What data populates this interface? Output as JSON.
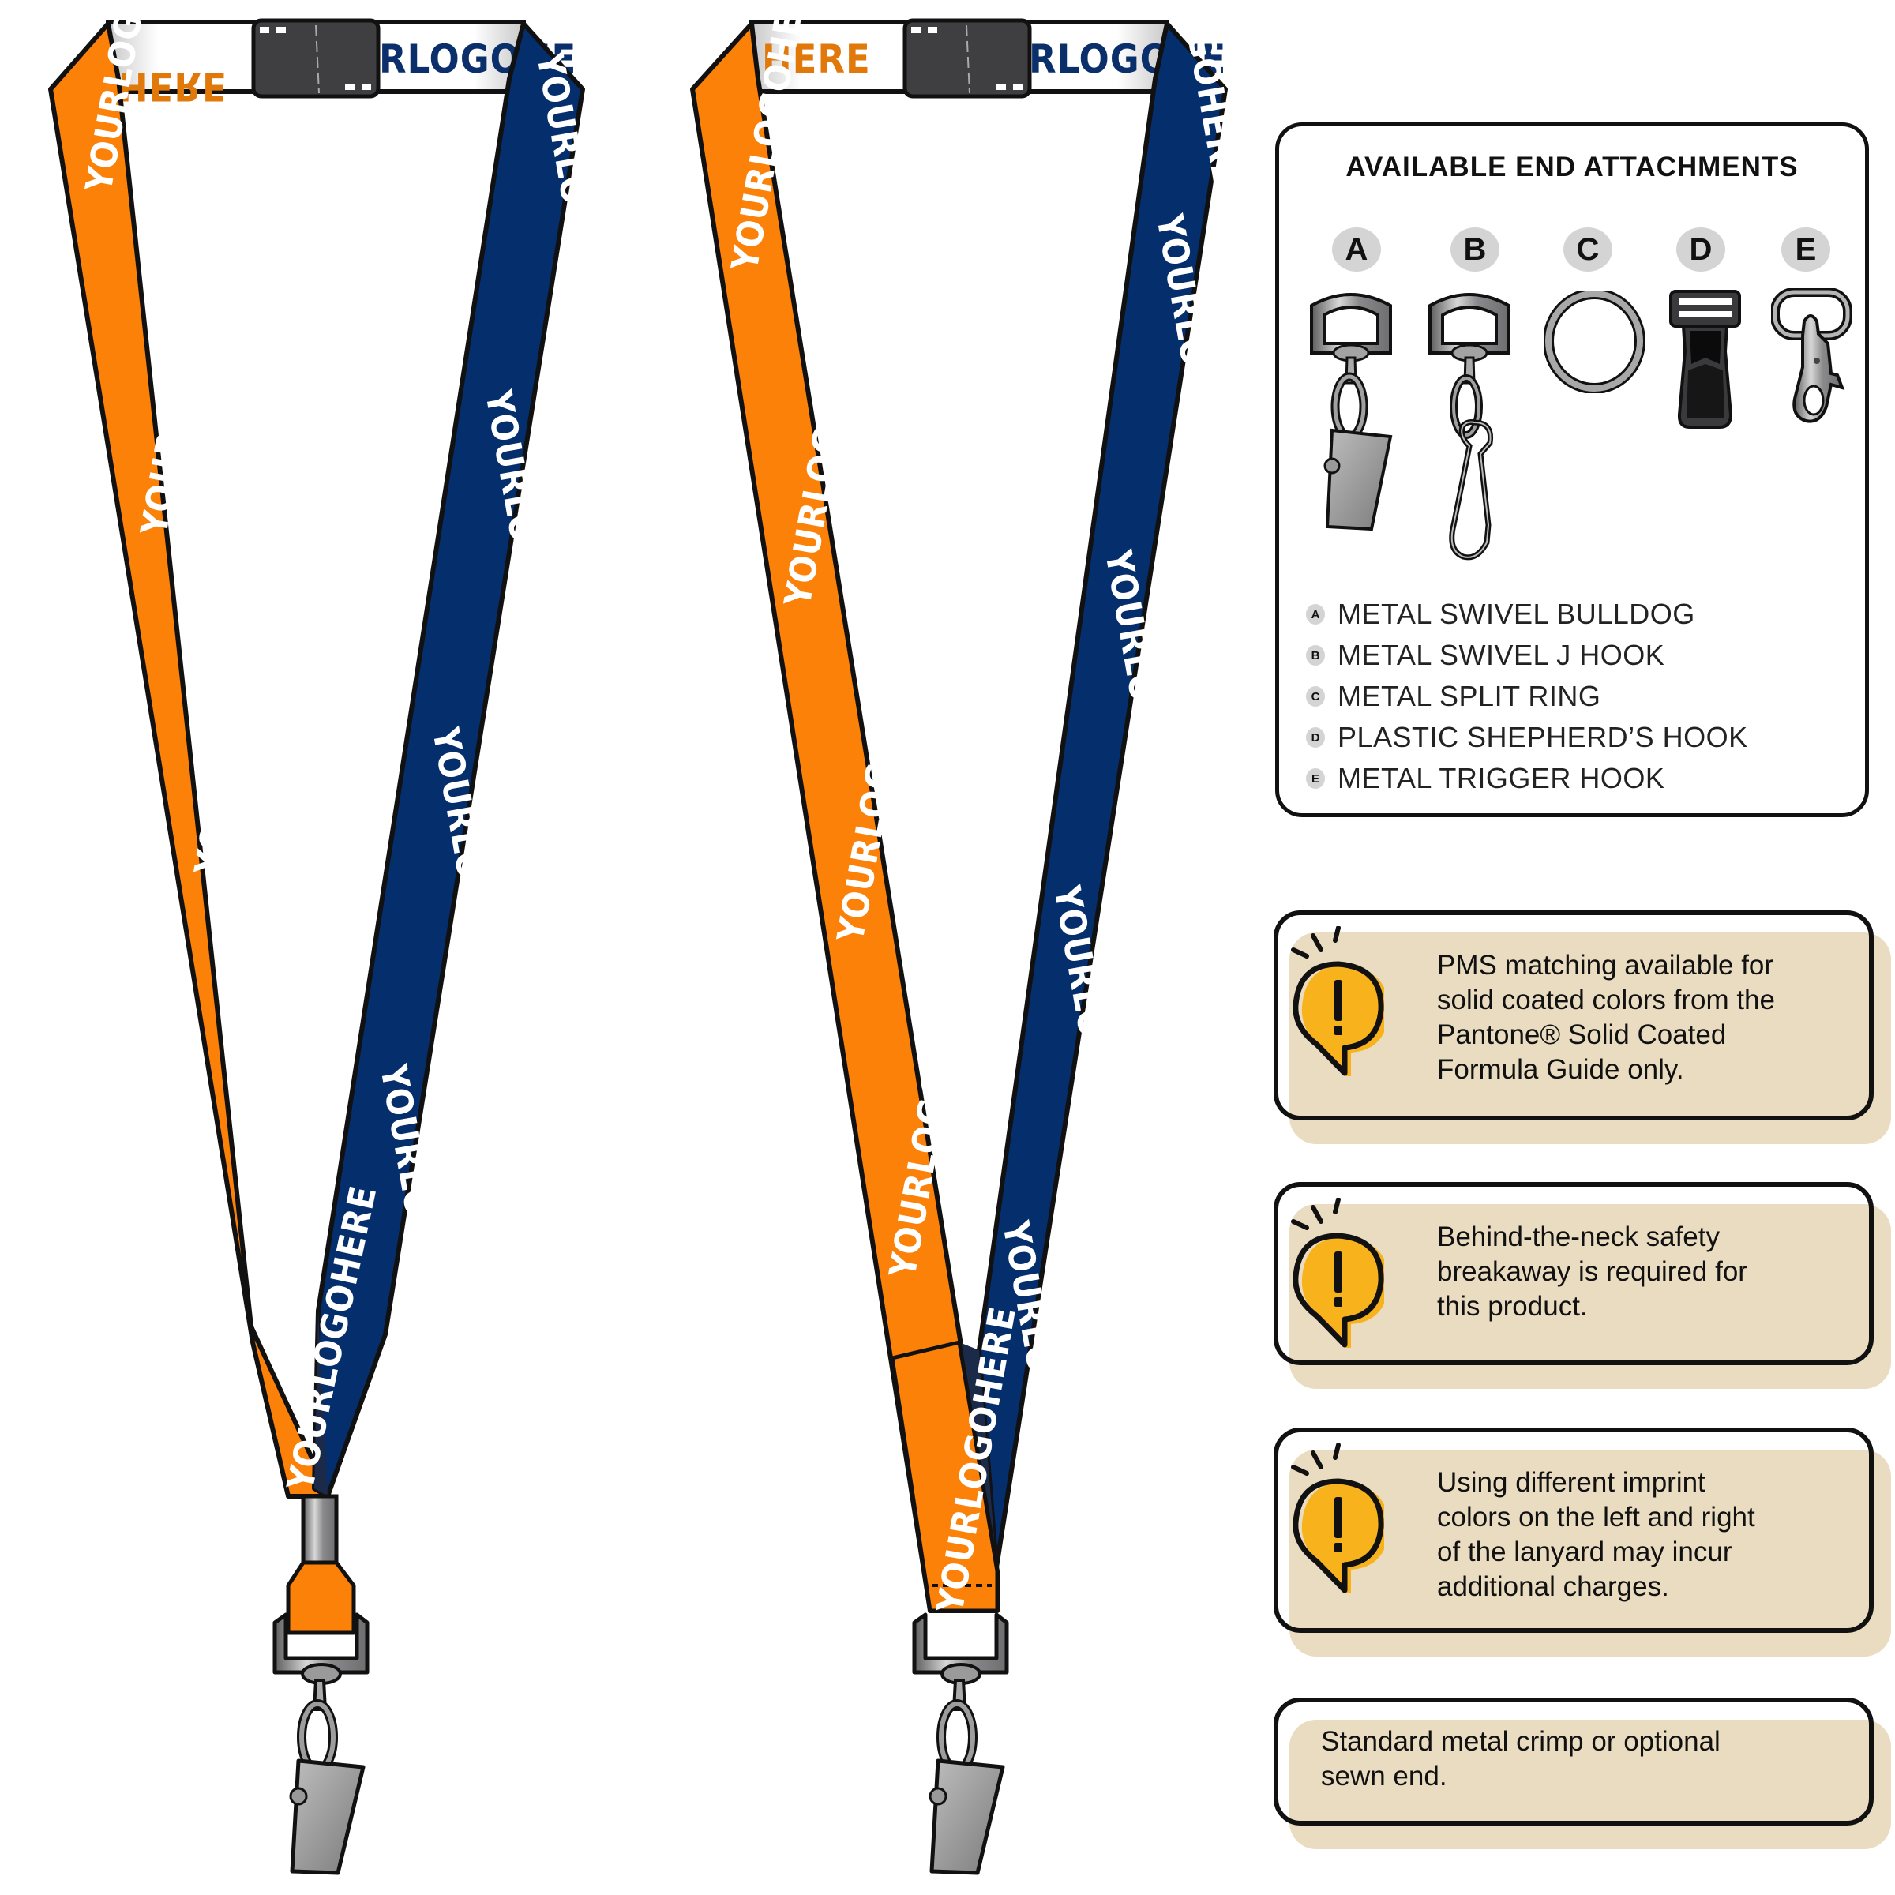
{
  "lanyards": {
    "imprint_text": "YOURLOGOHERE",
    "colors": {
      "left_strap": "#fb8109",
      "right_strap": "#042f6c",
      "imprint": "#ffffff",
      "breakaway": "#3f3f41",
      "outline": "#111111"
    },
    "left": {
      "end_style": "metal-crimp",
      "attachment": "bulldog-clip"
    },
    "right": {
      "end_style": "sewn-end",
      "attachment": "bulldog-clip"
    },
    "breakaway_label_left": "HERE",
    "breakaway_label_right": "RLOGOHE"
  },
  "attachments": {
    "title": "AVAILABLE END ATTACHMENTS",
    "items": [
      {
        "letter": "A",
        "label": "METAL SWIVEL BULLDOG",
        "icon": "bulldog-clip-icon"
      },
      {
        "letter": "B",
        "label": "METAL SWIVEL J HOOK",
        "icon": "j-hook-icon"
      },
      {
        "letter": "C",
        "label": "METAL SPLIT RING",
        "icon": "split-ring-icon"
      },
      {
        "letter": "D",
        "label": "PLASTIC SHEPHERD’S HOOK",
        "icon": "shepherds-hook-icon"
      },
      {
        "letter": "E",
        "label": "METAL TRIGGER HOOK",
        "icon": "trigger-hook-icon"
      }
    ]
  },
  "notices": [
    {
      "icon": "warning-bubble-icon",
      "lines": [
        "PMS matching available for",
        "solid coated colors from the",
        "Pantone® Solid Coated",
        "Formula Guide only."
      ]
    },
    {
      "icon": "warning-bubble-icon",
      "lines": [
        "Behind-the-neck safety",
        "breakaway is required for",
        "this product."
      ]
    },
    {
      "icon": "warning-bubble-icon",
      "lines": [
        "Using different imprint",
        "colors on the left and right",
        "of the lanyard may incur",
        "additional charges."
      ]
    },
    {
      "icon": null,
      "lines": [
        "Standard metal crimp or optional",
        "sewn end."
      ]
    }
  ],
  "notice_colors": {
    "background": "#eadcc0",
    "icon_fill": "#f8b21c"
  }
}
